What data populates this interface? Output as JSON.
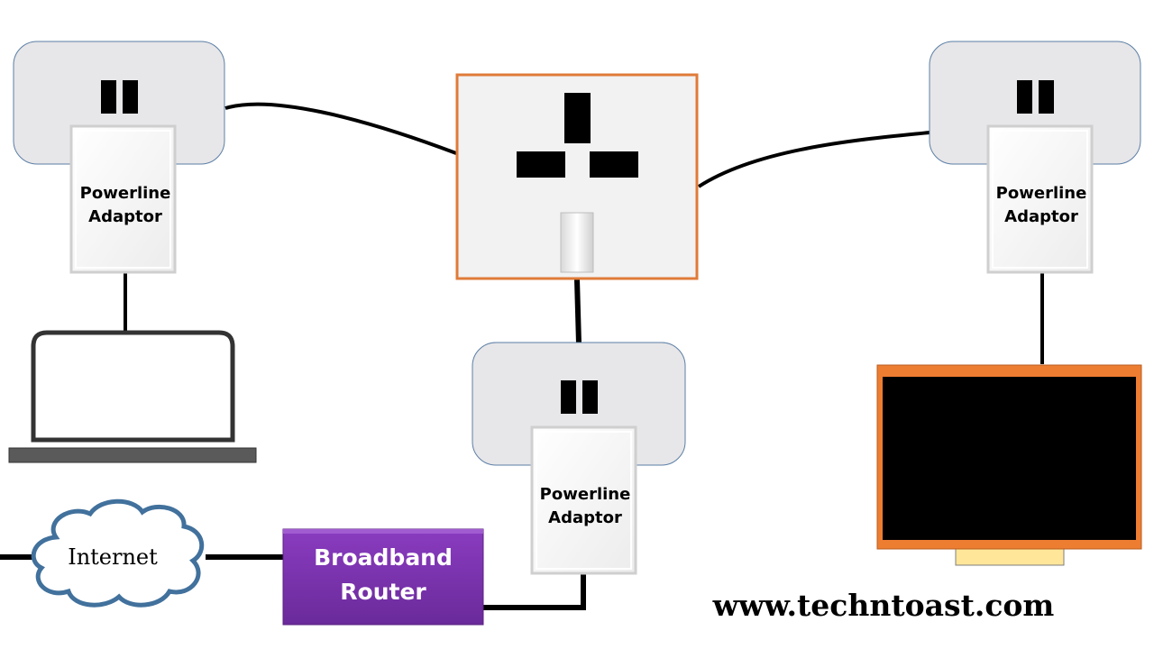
{
  "adaptors": {
    "left": {
      "line1": "Powerline",
      "line2": "Adaptor"
    },
    "right": {
      "line1": "Powerline",
      "line2": "Adaptor"
    },
    "bottom": {
      "line1": "Powerline",
      "line2": "Adaptor"
    }
  },
  "router": {
    "line1": "Broadband",
    "line2": "Router"
  },
  "internet": {
    "label": "Internet"
  },
  "website": {
    "url": "www.techntoast.com"
  },
  "colors": {
    "socket_border": "#E07B39",
    "router_fill": "#7030A0",
    "monitor_frame": "#ED7D31",
    "monitor_stand": "#FFE699",
    "cloud_stroke": "#41719C",
    "plate_fill": "#E7E6E8",
    "plate_border": "#5B7FA6"
  }
}
